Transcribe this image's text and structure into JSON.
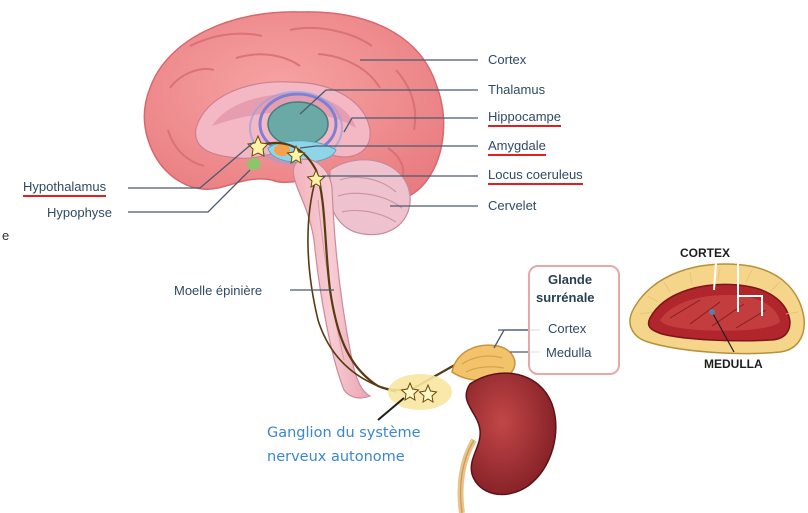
{
  "brain_labels": {
    "cortex": "Cortex",
    "thalamus": "Thalamus",
    "hippocampe": "Hippocampe",
    "amygdale": "Amygdale",
    "locus": "Locus coeruleus",
    "cervelet": "Cervelet",
    "hypothalamus": "Hypothalamus",
    "hypophyse": "Hypophyse",
    "moelle": "Moelle épinière"
  },
  "gland": {
    "title_line1": "Glande",
    "title_line2": "surrénale",
    "cortex": "Cortex",
    "medulla": "Medulla"
  },
  "ganglion": {
    "line1": "Ganglion du système",
    "line2": "nerveux autonome"
  },
  "section": {
    "cortex": "CORTEX",
    "medulla": "MEDULLA"
  },
  "edge_letter": "e",
  "colors": {
    "underline": "#e02020",
    "caption": "#3a86d6",
    "label": "#2f4a66"
  }
}
